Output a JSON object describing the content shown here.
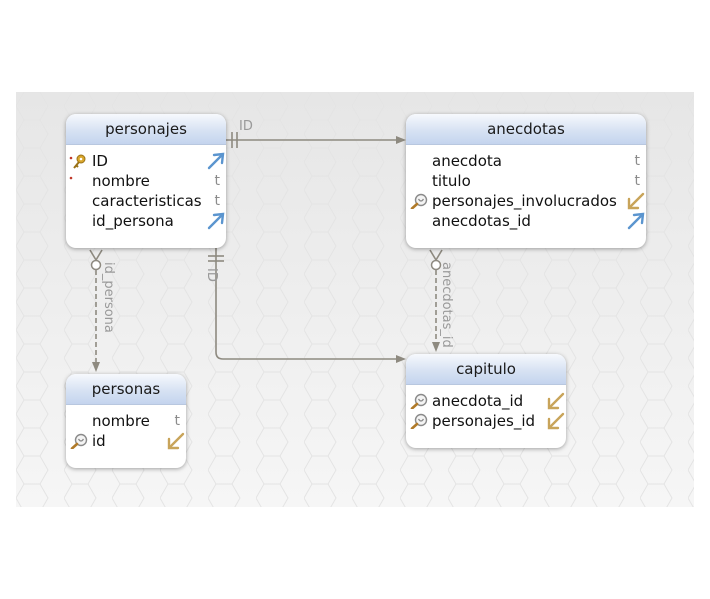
{
  "colors": {
    "canvas_bg": "#eeeeee",
    "header_gradient_top": "#f7f9fd",
    "header_gradient_bottom": "#c4d4ee",
    "connector": "#8e8a80",
    "fk_out_arrow": "#5b95cf",
    "fk_in_arrow": "#c8a45a",
    "type_text": "#8c8c8c"
  },
  "entities": {
    "personajes": {
      "title": "personajes",
      "fields": [
        {
          "name": "ID",
          "icon": "primary-key-icon",
          "type": "",
          "arrow": "outgoing"
        },
        {
          "name": "nombre",
          "icon": "required-dot-icon",
          "type": "t",
          "arrow": ""
        },
        {
          "name": "caracteristicas",
          "icon": "",
          "type": "t",
          "arrow": ""
        },
        {
          "name": "id_persona",
          "icon": "",
          "type": "",
          "arrow": "outgoing"
        }
      ]
    },
    "anecdotas": {
      "title": "anecdotas",
      "fields": [
        {
          "name": "anecdota",
          "icon": "",
          "type": "t",
          "arrow": ""
        },
        {
          "name": "titulo",
          "icon": "",
          "type": "t",
          "arrow": ""
        },
        {
          "name": "personajes_involucrados",
          "icon": "index-icon",
          "type": "",
          "arrow": "incoming"
        },
        {
          "name": "anecdotas_id",
          "icon": "",
          "type": "",
          "arrow": "outgoing"
        }
      ]
    },
    "personas": {
      "title": "personas",
      "fields": [
        {
          "name": "nombre",
          "icon": "",
          "type": "t",
          "arrow": ""
        },
        {
          "name": "id",
          "icon": "index-icon",
          "type": "",
          "arrow": "incoming"
        }
      ]
    },
    "capitulo": {
      "title": "capitulo",
      "fields": [
        {
          "name": "anecdota_id",
          "icon": "index-icon",
          "type": "",
          "arrow": "incoming"
        },
        {
          "name": "personajes_id",
          "icon": "index-icon",
          "type": "",
          "arrow": "incoming"
        }
      ]
    }
  },
  "relationships": [
    {
      "from": "personajes",
      "to": "anecdotas",
      "label": "ID",
      "style": "solid"
    },
    {
      "from": "personajes",
      "to": "capitulo",
      "label": "ID",
      "style": "solid"
    },
    {
      "from": "personajes",
      "to": "personas",
      "label": "id_persona",
      "style": "dashed"
    },
    {
      "from": "anecdotas",
      "to": "capitulo",
      "label": "anecdotas_id",
      "style": "dashed"
    }
  ]
}
